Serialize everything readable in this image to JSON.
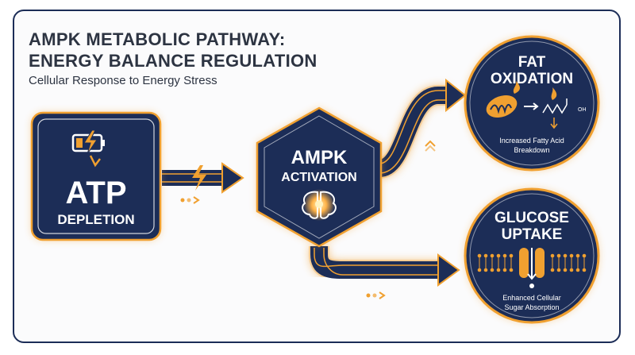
{
  "header": {
    "title_line1": "AMPK METABOLIC PATHWAY:",
    "title_line2": "ENERGY BALANCE REGULATION",
    "subtitle": "Cellular Response to Energy Stress"
  },
  "nodes": {
    "atp": {
      "title": "ATP",
      "label": "DEPLETION",
      "icon": "low-battery-icon"
    },
    "ampk": {
      "title": "AMPK",
      "label": "ACTIVATION",
      "icon": "brain-icon"
    },
    "fat": {
      "title_line1": "FAT",
      "title_line2": "OXIDATION",
      "caption_line1": "Increased Fatty Acid",
      "caption_line2": "Breakdown",
      "icon": "mitochondria-icon",
      "chem_label": "OH"
    },
    "glucose": {
      "title_line1": "GLUCOSE",
      "title_line2": "UPTAKE",
      "caption_line1": "Enhanced Cellular",
      "caption_line2": "Sugar Absorption",
      "icon": "membrane-transport-icon"
    }
  },
  "colors": {
    "navy": "#1c2d57",
    "orange": "#f0a030",
    "glow": "#ffb347",
    "text_dark": "#2d3442"
  }
}
